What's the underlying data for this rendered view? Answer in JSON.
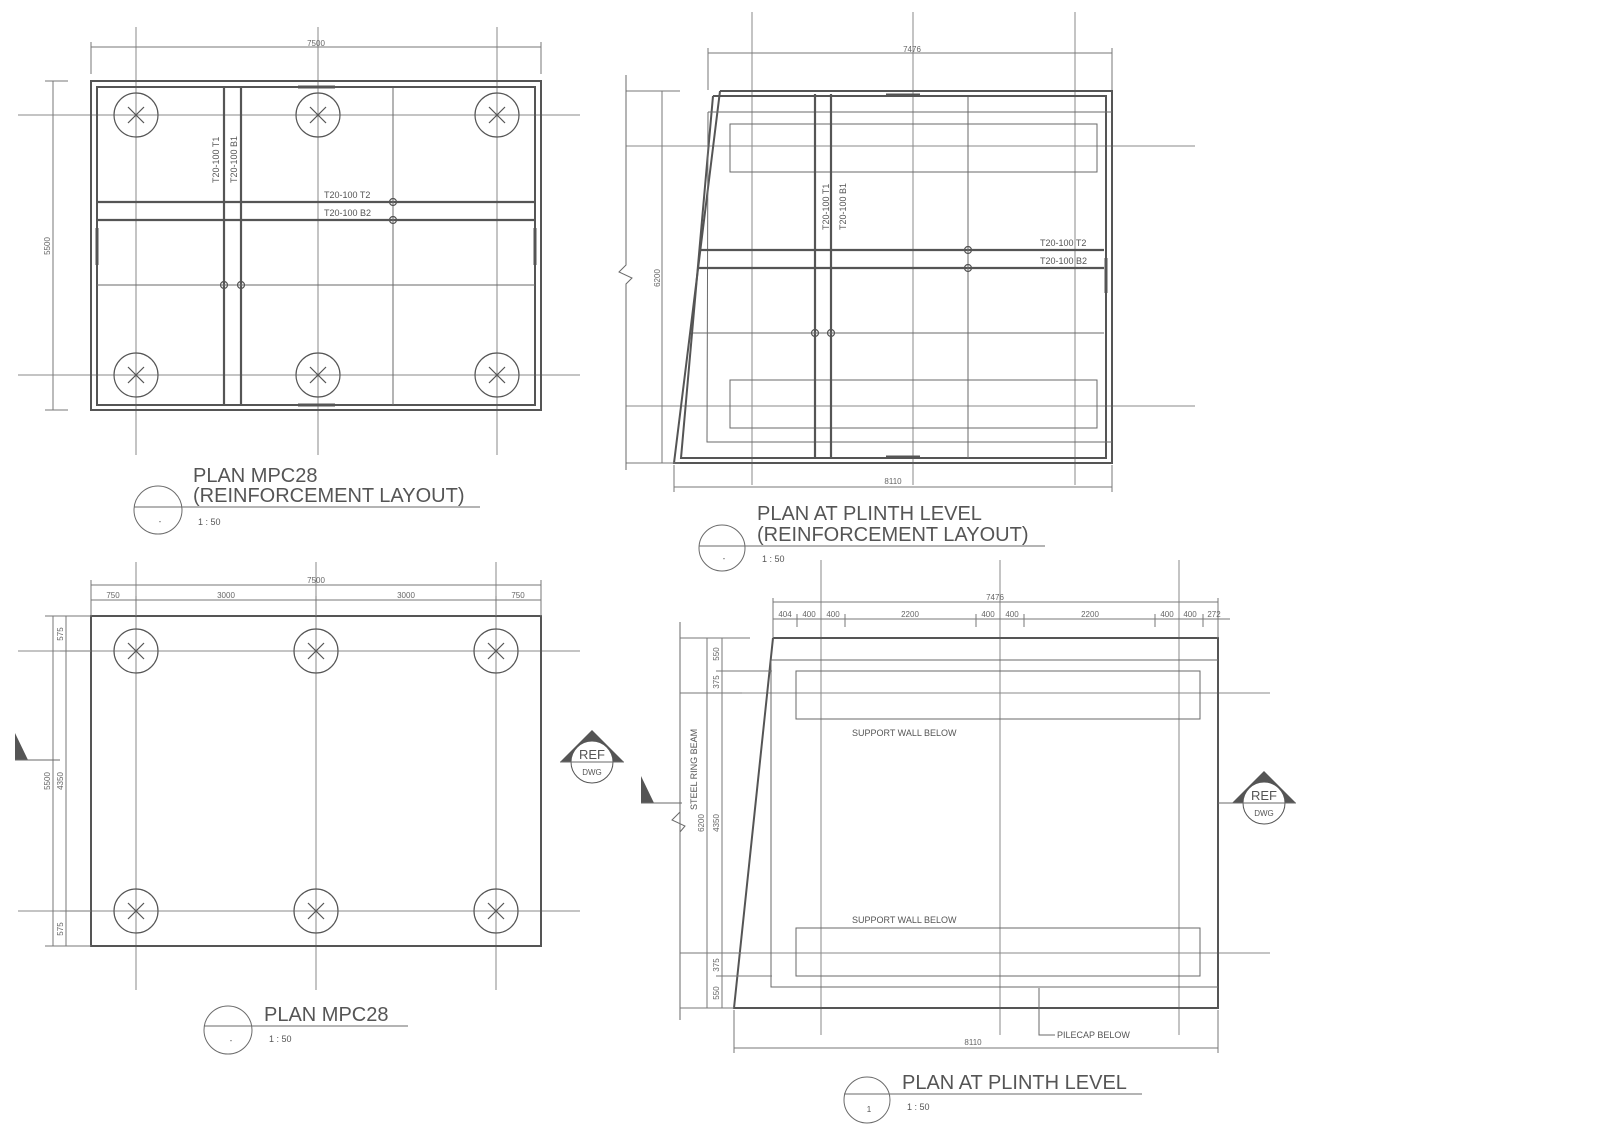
{
  "drawing_sheet": {
    "views": [
      {
        "id": "plan_mpc28_reinforcement",
        "title_line1": "PLAN MPC28",
        "title_line2": "(REINFORCEMENT LAYOUT)",
        "scale": "1 : 50",
        "marker_text": "-",
        "dims": {
          "width": "7500",
          "height": "5500"
        },
        "bar_labels": {
          "t1": "T20-100 T1",
          "b1": "T20-100 B1",
          "t2": "T20-100 T2",
          "b2": "T20-100 B2"
        },
        "piles": 6
      },
      {
        "id": "plan_plinth_reinforcement",
        "title_line1": "PLAN AT PLINTH LEVEL",
        "title_line2": "(REINFORCEMENT LAYOUT)",
        "scale": "1 : 50",
        "marker_text": "-",
        "dims": {
          "top_width": "7476",
          "bottom_width": "8110",
          "height": "6200"
        },
        "bar_labels": {
          "t1": "T20-100 T1",
          "b1": "T20-100 B1",
          "t2": "T20-100 T2",
          "b2": "T20-100 B2"
        }
      },
      {
        "id": "plan_mpc28",
        "title_line1": "PLAN MPC28",
        "scale": "1 : 50",
        "marker_text": "-",
        "dims": {
          "overall_width": "7500",
          "segments": [
            "750",
            "3000",
            "3000",
            "750"
          ],
          "overall_height": "5500",
          "inner_height": "4350",
          "top_edge": "575",
          "bottom_edge": "575"
        },
        "section_ref": {
          "ref": "REF",
          "dwg": "DWG"
        },
        "piles": 6
      },
      {
        "id": "plan_plinth",
        "title_line1": "PLAN AT PLINTH LEVEL",
        "scale": "1 : 50",
        "marker_text": "1",
        "dims": {
          "overall_top": "7476",
          "segments": [
            "404",
            "400",
            "400",
            "2200",
            "400",
            "400",
            "2200",
            "400",
            "400",
            "272"
          ],
          "overall_bottom": "8110",
          "overall_height": "6200",
          "inner_height": "4350",
          "top_offsets": [
            "550",
            "375"
          ],
          "bottom_offsets": [
            "375",
            "550"
          ]
        },
        "labels": {
          "ring_beam": "STEEL RING BEAM",
          "support_wall_top": "SUPPORT WALL BELOW",
          "support_wall_bottom": "SUPPORT WALL BELOW",
          "pilecap": "PILECAP BELOW"
        },
        "section_ref": {
          "ref": "REF",
          "dwg": "DWG"
        }
      }
    ]
  }
}
